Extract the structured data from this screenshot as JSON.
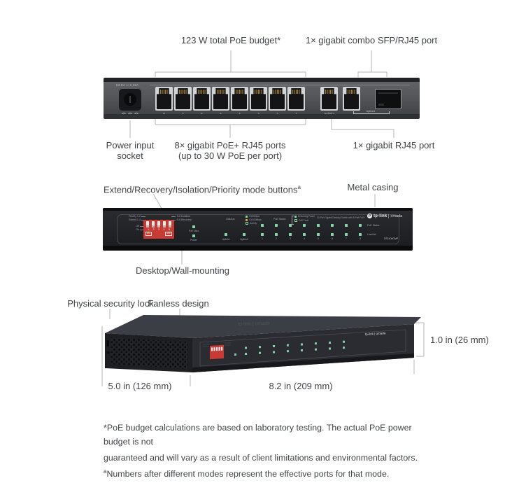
{
  "annotations": {
    "poe_budget": "123 W total PoE budget*",
    "combo_port": "1× gigabit combo SFP/RJ45 port",
    "power_socket_line1": "Power input",
    "power_socket_line2": "socket",
    "poe_ports_line1": "8× gigabit PoE+ RJ45 ports",
    "poe_ports_line2": "(up to 30 W PoE per port)",
    "rj45_port": "1× gigabit RJ45 port",
    "mode_buttons": "Extend/Recovery/Isolation/Priority mode buttons",
    "mode_buttons_sup": "a",
    "metal_casing": "Metal casing",
    "mounting": "Desktop/Wall-mounting",
    "security_lock": "Physical security lock",
    "fanless": "Fanless design",
    "dim_height": "1.0 in (26 mm)",
    "dim_depth": "5.0 in (126 mm)",
    "dim_width": "8.2 in (209 mm)"
  },
  "back_panel": {
    "power_rating": "53.5V ⎓ 2.43A",
    "port_numbers": [
      "8",
      "7",
      "6",
      "5",
      "4",
      "3",
      "2",
      "1"
    ],
    "uplink2": "Uplink2",
    "uplink1_line1": "Uplink1",
    "uplink1_line2": "(Combo)"
  },
  "front_panel": {
    "dip_priority": "Priority 1-2",
    "dip_extend": "Extend 1-4",
    "dip_isolation": "5-6  Isolation",
    "dip_recovery": "5-6  Recovery",
    "dip_off": "Off",
    "dip_on": "On",
    "dip_numbers": [
      "1",
      "2",
      "3",
      "4",
      "5"
    ],
    "dip_on_box": "ON",
    "dip_off_box": "OFF",
    "led_poe_max": "PoE Max",
    "led_power": "Power",
    "linkact_title": "Link/Act",
    "linkact_1000": "1000Mbps",
    "linkact_10100": "10/100Mbps",
    "linkact_activity": "Activity",
    "poe_title": "PoE Status",
    "poe_delivering": "Delivering Power",
    "poe_fault": "PoE Fault",
    "product_title": "10-Port Gigabit Desktop Switch with 8-Port PoE+",
    "brand": "tp-link",
    "brand_sub": "omada",
    "brand_icon_letter": "p",
    "brand_embossed": "tp-link | omada",
    "uplink1": "Uplink1",
    "uplink2": "Uplink2",
    "port_numbers": [
      "1",
      "2",
      "3",
      "4",
      "5",
      "6",
      "7",
      "8"
    ],
    "row_label_poe": "PoE Status",
    "row_label_linkact": "Link/Act",
    "model": "DS1100GMP"
  },
  "footnotes": [
    {
      "sup": "",
      "text": "*PoE budget calculations are based on laboratory testing. The actual PoE power budget is not"
    },
    {
      "sup": "",
      "text": "guaranteed and will vary as a result of client limitations and environmental factors."
    },
    {
      "sup": "a",
      "text": "Numbers after different modes represent the effective ports for that mode."
    }
  ],
  "colors": {
    "led_green": "#84d8a6",
    "led_amber": "#e3a43d",
    "dip_red": "#c83a34",
    "casing_dark": "#1d1e22",
    "rear_metal_gray": "#55575b",
    "leader_line": "#b4b5b7",
    "annotation_text": "#414348"
  }
}
